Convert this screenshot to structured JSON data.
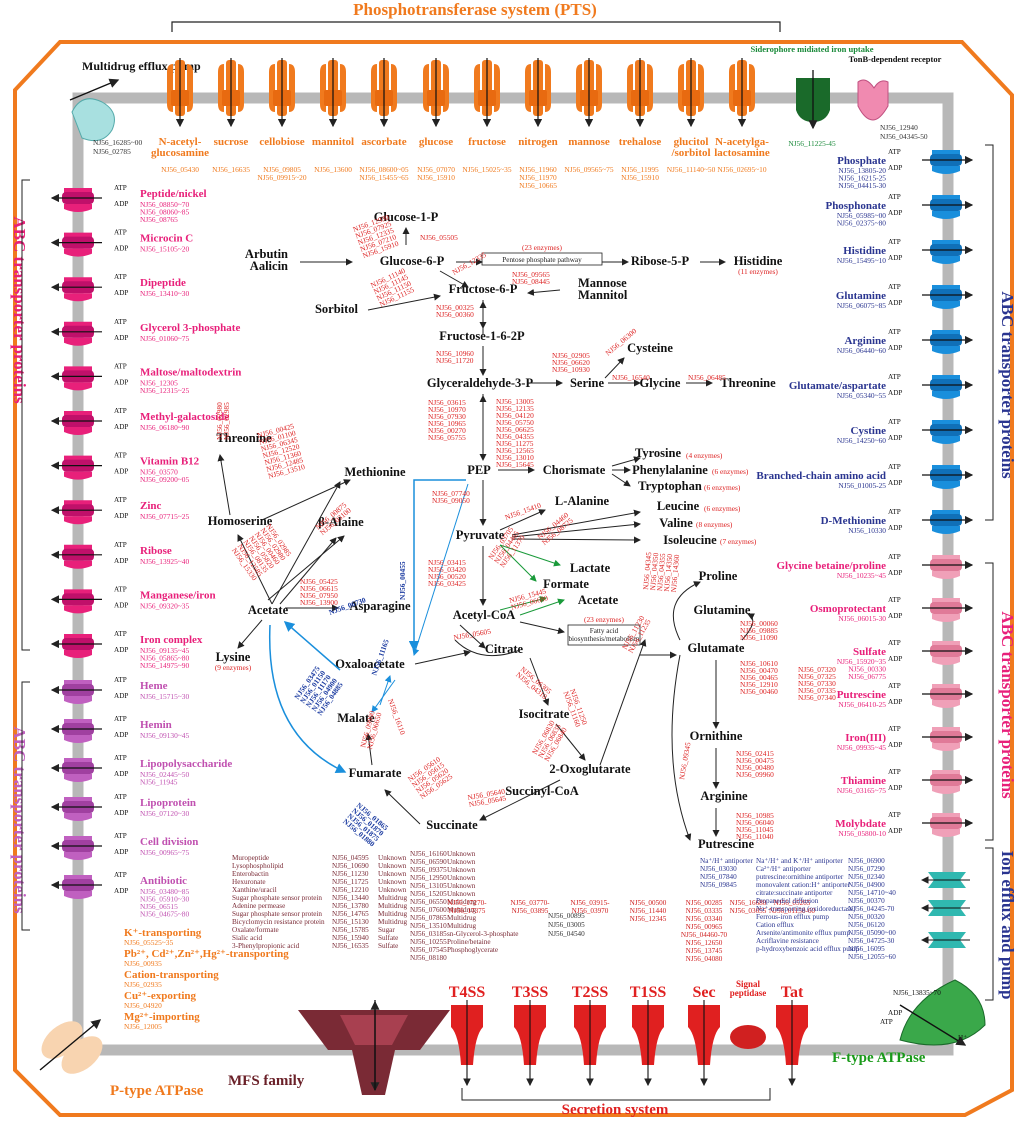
{
  "titles": {
    "pts": "Phosphotransferase system (PTS)",
    "abc_left_top": "ABC transporter proteins",
    "abc_left_bottom": "ABC transporter proteins",
    "abc_right_top": "ABC transporter proteins",
    "abc_right_bottom": "ABC transporter proteins",
    "ion_efflux": "Ion efflux and pump",
    "secretion": "Secretion system",
    "p_type": "P-type ATPase",
    "f_type": "F-type ATPase",
    "mfs": "MFS family",
    "multidrug": "Multidrug efflux pump",
    "siderophore": "Siderophore midiated iron uptake",
    "tonb": "TonB-dependent receptor"
  },
  "colors": {
    "orange": "#f07a1e",
    "pink": "#e8207a",
    "purple": "#c050b0",
    "blue": "#1a8fdc",
    "navy": "#2a3590",
    "green": "#1a8a3a",
    "red": "#e02020",
    "lightpink": "#f0a0b8",
    "teal": "#30b8b0",
    "brown": "#7a2a35",
    "membrane": "#b8b8b8"
  },
  "top_codes": {
    "multidrug": "NJ56_16285~00\nNJ56_02785",
    "siderophore": "NJ56_11225-45",
    "tonb": "NJ56_12940\nNJ56_04345-50"
  },
  "pts": [
    {
      "name": "N-acetyl-\nglucosamine",
      "code": "NJ56_05430"
    },
    {
      "name": "sucrose",
      "code": "NJ56_16635"
    },
    {
      "name": "cellobiose",
      "code": "NJ56_09805\nNJ56_09915~20"
    },
    {
      "name": "mannitol",
      "code": "NJ56_13600"
    },
    {
      "name": "ascorbate",
      "code": "NJ56_08600~05\nNJ56_15455~65"
    },
    {
      "name": "glucose",
      "code": "NJ56_07070\nNJ56_15910"
    },
    {
      "name": "fructose",
      "code": "NJ56_15025~35"
    },
    {
      "name": "nitrogen",
      "code": "NJ56_11960\nNJ56_11970\nNJ56_10665"
    },
    {
      "name": "mannose",
      "code": "NJ56_09565~75"
    },
    {
      "name": "trehalose",
      "code": "NJ56_11995\nNJ56_15910"
    },
    {
      "name": "glucitol\n/sorbitol",
      "code": "NJ56_11140~50"
    },
    {
      "name": "N-acetylga-\nlactosamine",
      "code": "NJ56_02695~10"
    }
  ],
  "abc_left": [
    {
      "name": "Peptide/nickel",
      "code": "NJ56_08850~70\nNJ56_08060~85\nNJ56_08765"
    },
    {
      "name": "Microcin C",
      "code": "NJ56_15105~20"
    },
    {
      "name": "Dipeptide",
      "code": "NJ56_13410~30"
    },
    {
      "name": "Glycerol 3-phosphate",
      "code": "NJ56_01060~75"
    },
    {
      "name": "Maltose/maltodextrin",
      "code": "NJ56_12305\nNJ56_12315~25"
    },
    {
      "name": "Methyl-galactoside",
      "code": "NJ56_06180~90"
    },
    {
      "name": "Vitamin B12",
      "code": "NJ56_03570\nNJ56_09200~05"
    },
    {
      "name": "Zinc",
      "code": "NJ56_07715~25"
    },
    {
      "name": "Ribose",
      "code": "NJ56_13925~40"
    },
    {
      "name": "Manganese/iron",
      "code": "NJ56_09320~35"
    },
    {
      "name": "Iron complex",
      "code": "NJ56_09135~45\nNJ56_05865~80\nNJ56_14975~90"
    }
  ],
  "abc_left2": [
    {
      "name": "Heme",
      "code": "NJ56_15715~30"
    },
    {
      "name": "Hemin",
      "code": "NJ56_09130~45"
    },
    {
      "name": "Lipopolysaccharide",
      "code": "NJ56_02445~50\nNJ56_11945"
    },
    {
      "name": "Lipoprotein",
      "code": "NJ56_07120~30"
    },
    {
      "name": "Cell division",
      "code": "NJ56_00965~75"
    },
    {
      "name": "Antibiotic",
      "code": "NJ56_03480~85\nNJ56_05910~30\nNJ56_06515\nNJ56_04675~80"
    }
  ],
  "ptype": [
    {
      "name": "K⁺-transporting",
      "code": "NJ56_05525~35"
    },
    {
      "name": "Pb²⁺, Cd²⁺,Zn²⁺,Hg²⁺-transporting",
      "code": "NJ56_00935"
    },
    {
      "name": "Cation-transporting",
      "code": "NJ56_02935"
    },
    {
      "name": "Cu²⁺-exporting",
      "code": "NJ56_04920"
    },
    {
      "name": "Mg²⁺-importing",
      "code": "NJ56_12005"
    }
  ],
  "abc_right": [
    {
      "name": "Phosphate",
      "code": "NJ56_13805-20\nNJ56_16215-25\nNJ56_04415-30"
    },
    {
      "name": "Phosphonate",
      "code": "NJ56_05985~00\nNJ56_02375~80"
    },
    {
      "name": "Histidine",
      "code": "NJ56_15495~10"
    },
    {
      "name": "Glutamine",
      "code": "NJ56_06075~85"
    },
    {
      "name": "Arginine",
      "code": "NJ56_06440~60"
    },
    {
      "name": "Glutamate/aspartate",
      "code": "NJ56_05340~55"
    },
    {
      "name": "Cystine",
      "code": "NJ56_14250~60"
    },
    {
      "name": "Branched-chain amino acid",
      "code": "NJ56_01005-25"
    },
    {
      "name": "D-Methionine",
      "code": "NJ56_10330"
    }
  ],
  "abc_right2": [
    {
      "name": "Glycine betaine/proline",
      "code": "NJ56_10235~45"
    },
    {
      "name": "Osmoprotectant",
      "code": "NJ56_06015-30"
    },
    {
      "name": "Sulfate",
      "code": "NJ56_15920~35\nNJ56_00330\nNJ56_06775"
    },
    {
      "name": "Putrescine",
      "code": "NJ56_06410-25"
    },
    {
      "name": "Iron(III)",
      "code": "NJ56_09935~45"
    },
    {
      "name": "Thiamine",
      "code": "NJ56_03165~75"
    },
    {
      "name": "Molybdate",
      "code": "NJ56_05800-10"
    }
  ],
  "atp": "ATP",
  "adp": "ADP",
  "metabolites": {
    "glucose1p": "Glucose-1-P",
    "glucose6p": "Glucose-6-P",
    "ribose5p": "Ribose-5-P",
    "histidine": "Histidine",
    "histidine_note": "(11 enzymes)",
    "arbutin": "Arbutin",
    "aalicin": "Aalicin",
    "fructose6p": "Fructose-6-P",
    "mannose": "Mannose",
    "mannitol": "Mannitol",
    "sorbitol": "Sorbitol",
    "fructose16": "Fructose-1-6-2P",
    "gap": "Glyceraldehyde-3-P",
    "serine": "Serine",
    "cysteine": "Cysteine",
    "glycine": "Glycine",
    "threonine2": "Threonine",
    "pep": "PEP",
    "chorismate": "Chorismate",
    "tyrosine": "Tyrosine",
    "phenylalanine": "Phenylalanine",
    "tryptophan": "Tryptophan",
    "pyruvate": "Pyruvate",
    "lalanine": "L-Alanine",
    "leucine": "Leucine",
    "valine": "Valine",
    "isoleucine": "Isoleucine",
    "lactate": "Lactate",
    "formate": "Formate",
    "acetate2": "Acetate",
    "acetylcoa": "Acetyl-CoA",
    "threonine": "Threonine",
    "methionine": "Methionine",
    "homoserine": "Homoserine",
    "balaine": "β-Alaine",
    "acetate": "Acetate",
    "asparagine": "Asparagine",
    "lysine": "Lysine",
    "lysine_note": "(9 enzymes)",
    "oxaloacetate": "Oxaloacetate",
    "citrate": "Citrate",
    "isocitrate": "Isocitrate",
    "oxoglutarate": "2-Oxoglutarate",
    "malate": "Malate",
    "fumarate": "Fumarate",
    "succinylcoa": "Succinyl-CoA",
    "succinate": "Succinate",
    "proline": "Proline",
    "glutamine": "Glutamine",
    "glutamate": "Glutamate",
    "ornithine": "Ornithine",
    "arginine": "Arginine",
    "putrescine": "Putrescine",
    "ppp": "Pentose phosphate pathway",
    "ppp_note": "(23 enzymes)",
    "fatty": "Fatty acid\nbiosynthesis/metabolism",
    "fatty_note": "(23 enzymes)",
    "tyr_note": "(4 enzymes)",
    "phe_note": "(6 enzymes)",
    "trp_note": "(6 enzymes)",
    "leu_note": "(6 enzymes)",
    "val_note": "(8 enzymes)",
    "ile_note": "(7 enzymes)"
  },
  "mfs_list": {
    "col1": "Muropeptide\nLysophospholipid\nEnterobactin\nHexuronate\nXanthine/uracil\nSugar phosphate sensor protein\nAdenine permease\nSugar phosphate sensor protein\nBicyclomycin resistance protein\nOxalate/formate\nSialic acid\n3-Phenylpropionic acid",
    "col2": "NJ56_04595\nNJ56_10690\nNJ56_11230\nNJ56_11725\nNJ56_12210\nNJ56_13440\nNJ56_13780\nNJ56_14765\nNJ56_15130\nNJ56_15785\nNJ56_15940\nNJ56_16535",
    "col3": "Unknown\nUnknown\nUnknown\nUnknown\nUnknown\nMultidrug\nMultidrug\nMultidrug\nMultidrug\nSugar\nSulfate\nSulfate",
    "col4": "NJ56_16160\nNJ56_06590\nNJ56_09375\nNJ56_12950\nNJ56_13105\nNJ56_15205\nNJ56_06550\nNJ56_07600\nNJ56_07865\nNJ56_13510\nNJ56_03185\nNJ56_10255\nNJ56_07545\nNJ56_08180",
    "col5": "Unknown\nUnknown\nUnknown\nUnknown\nUnknown\nUnknown\nMultidrug\nMultidrug\nMultidrug\nMultidrug\nsn-Glycerol-3-phosphate\nProline/betaine\nPhosphoglycerate"
  },
  "secretion": [
    {
      "name": "T4SS",
      "code": "NJ56_17270-\nNJ56_17375"
    },
    {
      "name": "T3SS",
      "code": "NJ56_03770-\nNJ56_03895"
    },
    {
      "name": "T2SS",
      "code": "NJ56_03915-\nNJ56_03970"
    },
    {
      "name": "T1SS",
      "code": "NJ56_00500\nNJ56_11440\nNJ56_12345"
    },
    {
      "name": "Sec",
      "code": "NJ56_00285\nNJ56_03335\nNJ56_03340\nNJ56_00965\nNJ56_04460-70\nNJ56_12650\nNJ56_13745\nNJ56_04080"
    },
    {
      "name": "Signal\npeptidase",
      "code": "NJ56_16680\nNJ56_03055"
    },
    {
      "name": "Tat",
      "code": "NJ56_05265\nNJ56_01150-60"
    }
  ],
  "tcs_codes": "NJ56_00895\nNJ56_03005\nNJ56_04540",
  "ion_list": {
    "a": "Na⁺/H⁺ antiporter\nNJ56_03030\nNJ56_07840\nNJ56_09845",
    "b": "Na⁺/H⁺ and K⁺/H⁺ antiporter\nCa²⁺/H⁺ antiporter\nputrescine:ornithine antiporter\nmonovalent cation:H⁺ antiporter\ncitrate:succinate antiporter\nPropanediol diffusion\nNa⁺-transporting (oxidoreductase)\nFerrous-iron efflux pump\nCation efflux\nArsenite/antimonite efflux pump\nAcriflavine resistance\np-hydroxybenzoic acid efflux pump",
    "c": "NJ56_06900\nNJ56_07290\nNJ56_02340\nNJ56_04900\nNJ56_14710~40\nNJ56_00370\nNJ56_04245-70\nNJ56_00320\nNJ56_06120\nNJ56_05090~00\nNJ56_04725-30\nNJ56_16095\nNJ56_12055~60"
  },
  "ftype_code": "NJ56_13835~70",
  "hplus": "H⁺"
}
